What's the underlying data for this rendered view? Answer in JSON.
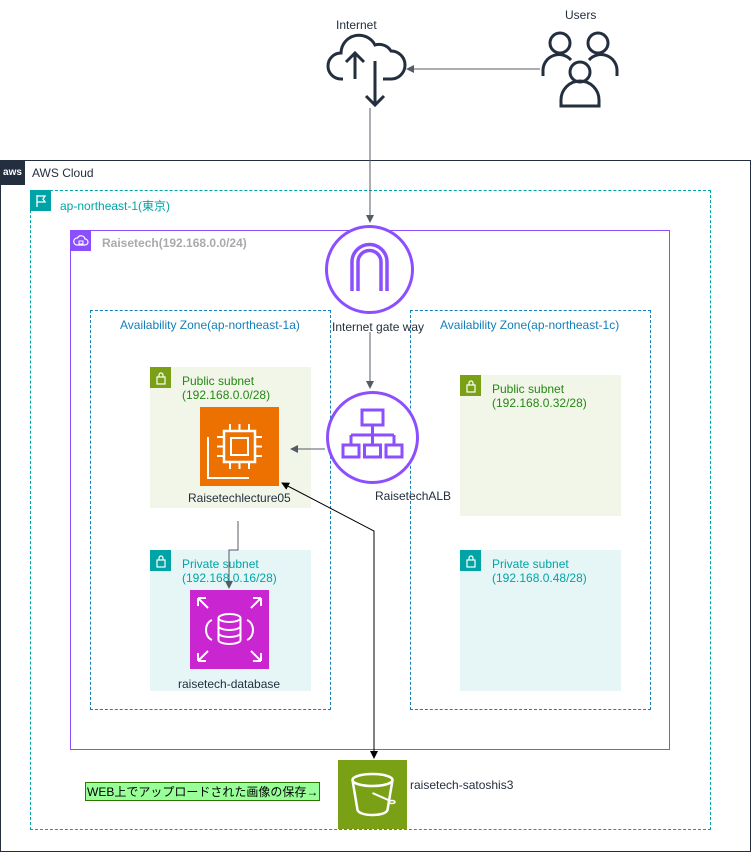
{
  "internet": {
    "label": "Internet"
  },
  "users": {
    "label": "Users"
  },
  "aws_cloud": {
    "label": "AWS Cloud",
    "logo_text": "aws"
  },
  "region": {
    "label": "ap-northeast-1(東京)"
  },
  "vpc": {
    "label": "Raisetech(192.168.0.0/24)"
  },
  "igw": {
    "label": "Internet gate way"
  },
  "alb": {
    "label": "RaisetechALB"
  },
  "az_a": {
    "label": "Availability Zone(ap-northeast-1a)",
    "public_subnet": {
      "title": "Public subnet",
      "cidr": "(192.168.0.0/28)"
    },
    "private_subnet": {
      "title": "Private subnet",
      "cidr": "(192.168.0.16/28)"
    },
    "ec2": {
      "label": "Raisetechlecture05"
    },
    "rds": {
      "label": "raisetech-database"
    }
  },
  "az_c": {
    "label": "Availability Zone(ap-northeast-1c)",
    "public_subnet": {
      "title": "Public subnet",
      "cidr": "(192.168.0.32/28)"
    },
    "private_subnet": {
      "title": "Private subnet",
      "cidr": "(192.168.0.48/28)"
    }
  },
  "s3": {
    "label": "raisetech-satoshis3"
  },
  "note": {
    "text": "WEB上でアップロードされた画像の保存→"
  },
  "colors": {
    "region": "#00a4a6",
    "vpc": "#8c4fff",
    "az": "#147eba",
    "subnet_green": "#7aa116",
    "ec2": "#ed7100",
    "rds": "#c925d1",
    "s3": "#7aa116"
  }
}
